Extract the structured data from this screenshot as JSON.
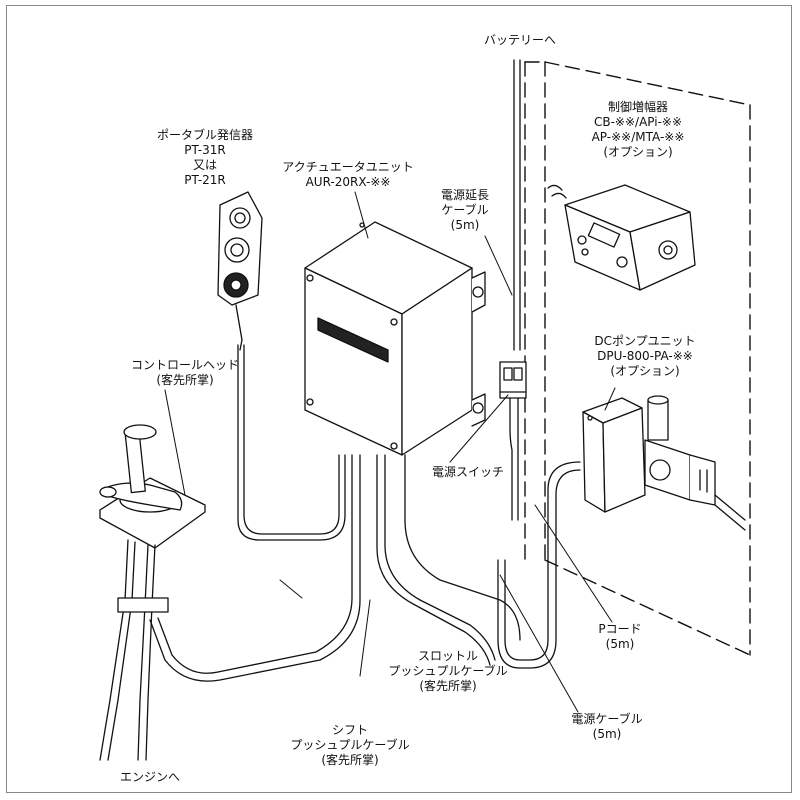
{
  "labels": {
    "battery": "バッテリーへ",
    "portable": [
      "ポータブル発信器",
      "PT-31R",
      "又は",
      "PT-21R"
    ],
    "actuator": [
      "アクチュエータユニット",
      "AUR-20RX-※※"
    ],
    "extension": [
      "電源延長",
      "ケーブル",
      "(5m)"
    ],
    "amplifier": [
      "制御増幅器",
      "CB-※※/APi-※※",
      "AP-※※/MTA-※※",
      "(オプション)"
    ],
    "control_head": [
      "コントロールヘッド",
      "(客先所掌)"
    ],
    "pump": [
      "DCポンプユニット",
      "DPU-800-PA-※※",
      "(オプション)"
    ],
    "switch": "電源スイッチ",
    "pcord": [
      "Pコード",
      "(5m)"
    ],
    "throttle": [
      "スロットル",
      "プッシュプルケーブル",
      "(客先所掌)"
    ],
    "shift": [
      "シフト",
      "プッシュプルケーブル",
      "(客先所掌)"
    ],
    "power_cable": [
      "電源ケーブル",
      "(5m)"
    ],
    "engine": "エンジンへ"
  }
}
